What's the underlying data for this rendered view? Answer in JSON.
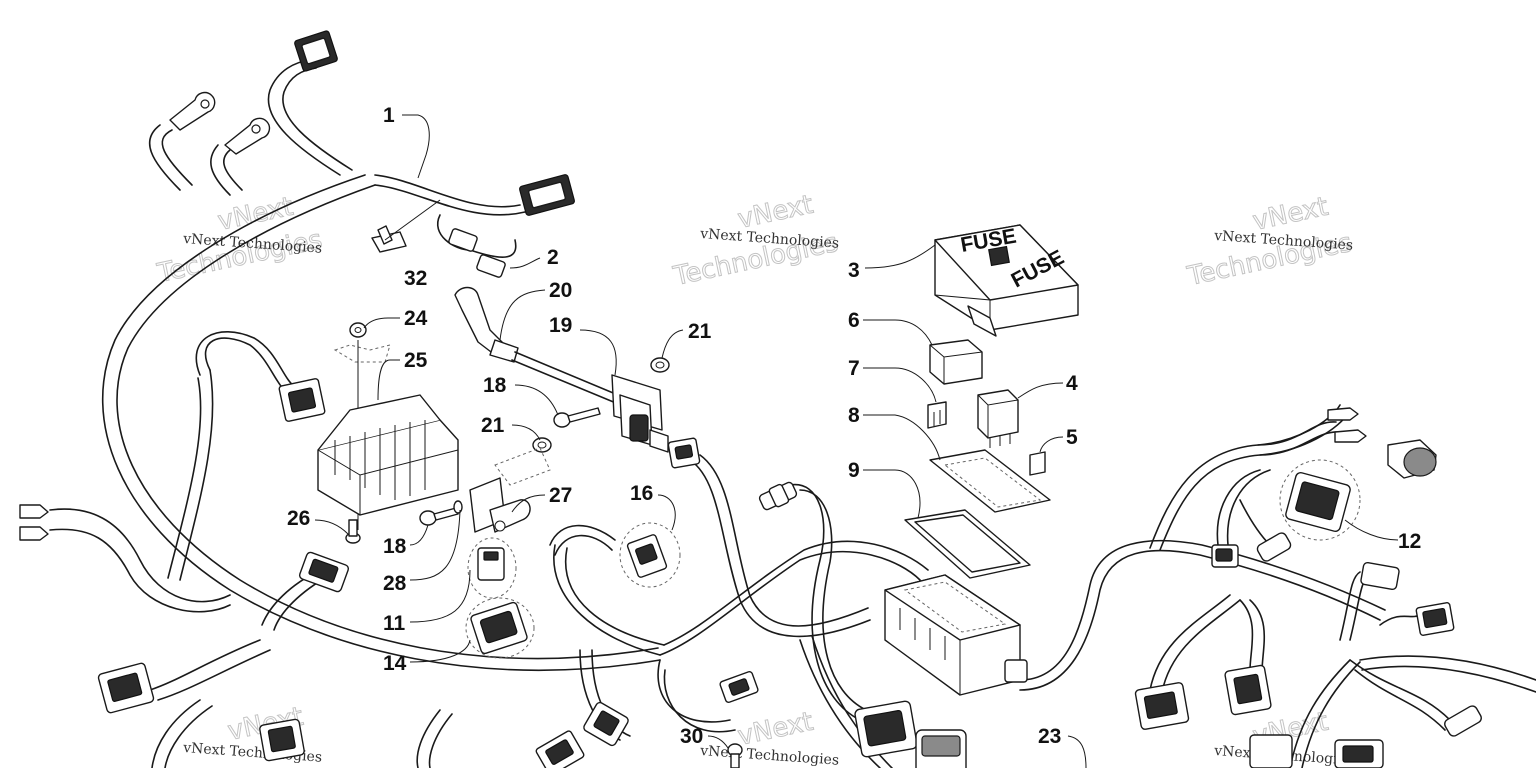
{
  "diagram": {
    "callouts": [
      "1",
      "2",
      "3",
      "4",
      "5",
      "6",
      "7",
      "8",
      "9",
      "11",
      "12",
      "14",
      "16",
      "18",
      "18",
      "19",
      "20",
      "21",
      "21",
      "23",
      "24",
      "25",
      "26",
      "27",
      "28",
      "30",
      "32"
    ],
    "fuse_box_lid_text": [
      "FUSE",
      "FUSE"
    ],
    "watermark": {
      "name": "vNext Technologies",
      "big_line1": "vNext",
      "big_line2": "Technologies"
    }
  }
}
